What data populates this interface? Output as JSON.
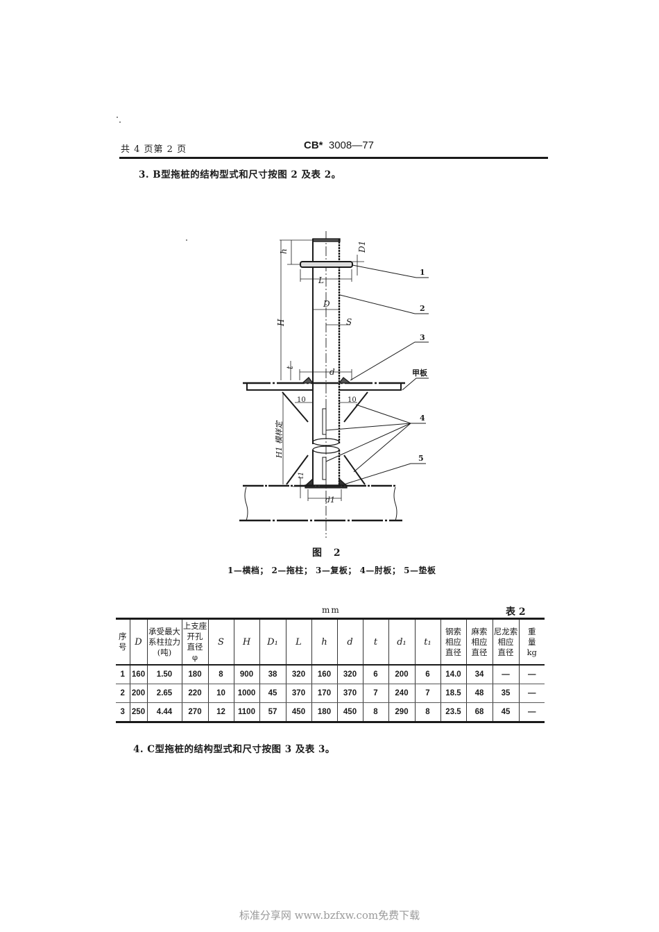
{
  "header": {
    "page_info": "共 4 页第 2 页",
    "standard_prefix": "CB*",
    "standard_number": "3008—77"
  },
  "section3": {
    "text": "3. B型拖桩的结构型式和尺寸按图 2 及表 2。"
  },
  "figure": {
    "title": "图 2",
    "labels": {
      "h": "h",
      "D1": "D1",
      "L": "L",
      "D": "D",
      "S": "S",
      "H": "H",
      "t": "t",
      "d": "d",
      "deck": "甲板",
      "gap_left": "10",
      "gap_right": "10",
      "H1": "H1 模样定",
      "t1": "t1",
      "d1": "d1"
    },
    "callouts": [
      "1",
      "2",
      "3",
      "4",
      "5"
    ],
    "legend": "1—横档； 2—拖柱； 3—复板； 4—肘板； 5—垫板"
  },
  "table": {
    "unit": "mm",
    "title": "表 2",
    "headers": [
      {
        "lines": [
          "序",
          "号"
        ]
      },
      {
        "lines": [
          "D"
        ],
        "italic": true
      },
      {
        "lines": [
          "承受最大",
          "系柱拉力",
          "(吨)"
        ]
      },
      {
        "lines": [
          "上支座",
          "开孔",
          "直径",
          "φ"
        ]
      },
      {
        "lines": [
          "S"
        ],
        "italic": true
      },
      {
        "lines": [
          "H"
        ],
        "italic": true
      },
      {
        "lines": [
          "D₁"
        ],
        "italic": true
      },
      {
        "lines": [
          "L"
        ],
        "italic": true
      },
      {
        "lines": [
          "h"
        ],
        "italic": true
      },
      {
        "lines": [
          "d"
        ],
        "italic": true
      },
      {
        "lines": [
          "t"
        ],
        "italic": true
      },
      {
        "lines": [
          "d₁"
        ],
        "italic": true
      },
      {
        "lines": [
          "t₁"
        ],
        "italic": true
      },
      {
        "lines": [
          "钢索",
          "相应",
          "直径"
        ]
      },
      {
        "lines": [
          "麻索",
          "相应",
          "直径"
        ]
      },
      {
        "lines": [
          "尼龙索",
          "相应",
          "直径"
        ]
      },
      {
        "lines": [
          "重",
          "量",
          "kg"
        ]
      }
    ],
    "rows": [
      [
        "1",
        "160",
        "1.50",
        "180",
        "8",
        "900",
        "38",
        "320",
        "160",
        "320",
        "6",
        "200",
        "6",
        "14.0",
        "34",
        "—",
        "—"
      ],
      [
        "2",
        "200",
        "2.65",
        "220",
        "10",
        "1000",
        "45",
        "370",
        "170",
        "370",
        "7",
        "240",
        "7",
        "18.5",
        "48",
        "35",
        "—"
      ],
      [
        "3",
        "250",
        "4.44",
        "270",
        "12",
        "1100",
        "57",
        "450",
        "180",
        "450",
        "8",
        "290",
        "8",
        "23.5",
        "68",
        "45",
        "—"
      ]
    ]
  },
  "section4": {
    "text": "4. C型拖桩的结构型式和尺寸按图 3 及表 3。"
  },
  "footer": {
    "watermark": "标准分享网 www.bzfxw.com免费下载"
  }
}
